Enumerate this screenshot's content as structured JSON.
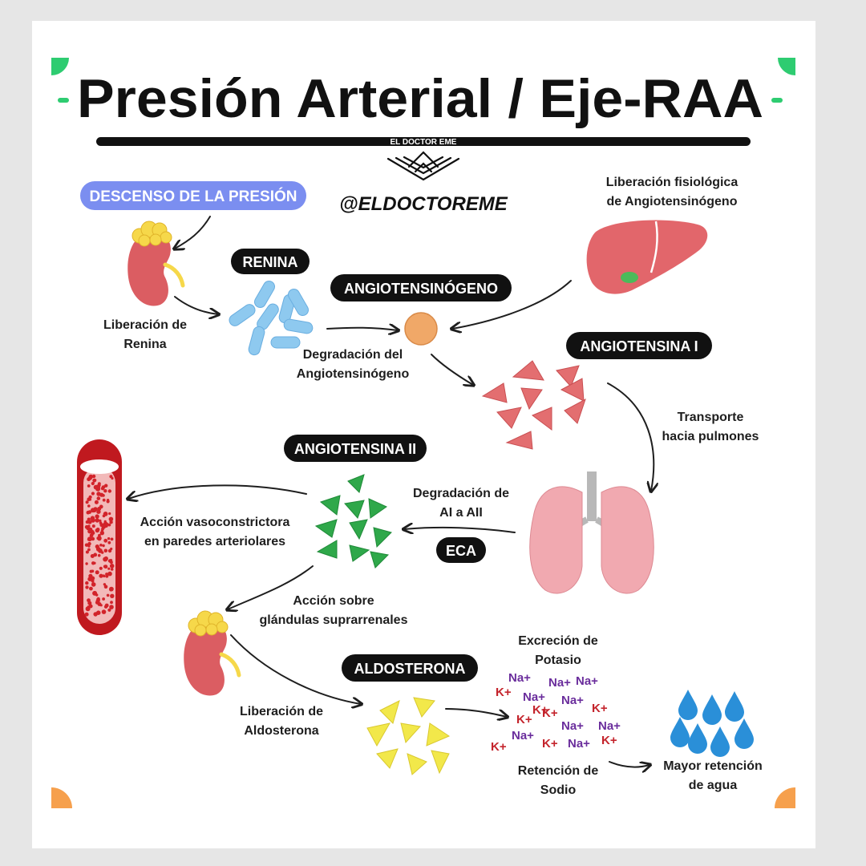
{
  "title": "Presión Arterial / Eje-RAA",
  "brand": {
    "tagline": "EL DOCTOR EME",
    "handle": "@ELDOCTOREME"
  },
  "pills": {
    "descenso": "DESCENSO DE LA PRESIÓN",
    "renina": "RENINA",
    "angiotensinogeno": "ANGIOTENSINÓGENO",
    "angiotensina1": "ANGIOTENSINA I",
    "angiotensina2": "ANGIOTENSINA II",
    "eca": "ECA",
    "aldosterona": "ALDOSTERONA"
  },
  "labels": {
    "liberacion_fisiologica": [
      "Liberación fisiológica",
      "de Angiotensinógeno"
    ],
    "liberacion_renina": [
      "Liberación de",
      "Renina"
    ],
    "degradacion_angio": [
      "Degradación del",
      "Angiotensinógeno"
    ],
    "transporte": [
      "Transporte",
      "hacia pulmones"
    ],
    "degradacion_ai_aii": [
      "Degradación de",
      "AI a AII"
    ],
    "accion_vaso": [
      "Acción vasoconstrictora",
      "en paredes arteriolares"
    ],
    "accion_supra": [
      "Acción sobre",
      "glándulas suprarrenales"
    ],
    "liberacion_aldosterona": [
      "Liberación de",
      "Aldosterona"
    ],
    "excrecion_potasio": [
      "Excreción de",
      "Potasio"
    ],
    "retencion_sodio": [
      "Retención de",
      "Sodio"
    ],
    "mayor_retencion": [
      "Mayor retención",
      "de agua"
    ]
  },
  "ions": {
    "na": "Na+",
    "k": "K+"
  },
  "colors": {
    "background": "#e6e6e6",
    "card": "#ffffff",
    "pill_dark": "#111111",
    "pill_blue": "#7b8ef0",
    "kidney": "#db5d62",
    "adrenal": "#f6d84a",
    "renin": "#8ec9ef",
    "angiotensinogen": "#f0a868",
    "angiotensin1": "#e36e70",
    "angiotensin2": "#2fa84a",
    "liver": "#e2666b",
    "lungs": "#f1a9b0",
    "vessel": "#c0191f",
    "aldosterone": "#f2e84a",
    "water": "#2a8fd8",
    "sodium": "#6a2d9c",
    "potassium": "#c4242c",
    "corner_green": "#2ecc71",
    "corner_orange": "#f6a04d"
  }
}
